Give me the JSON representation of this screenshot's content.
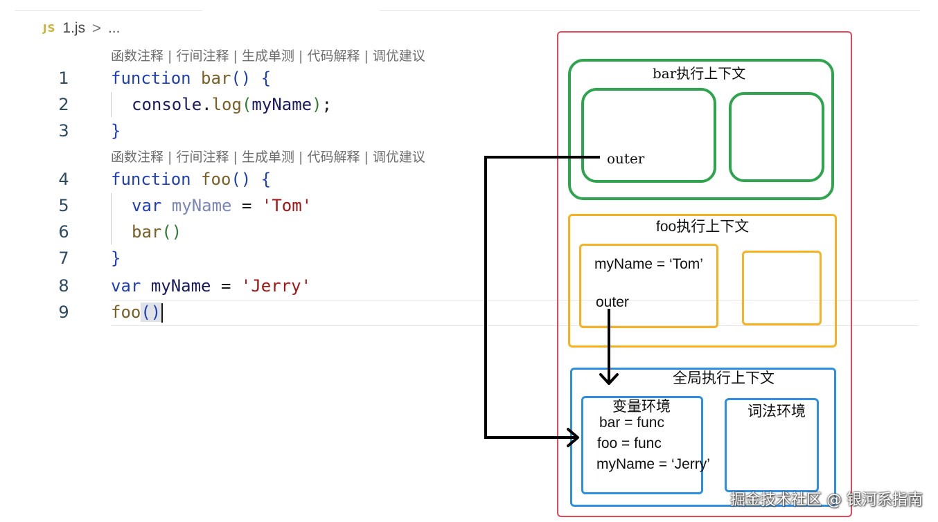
{
  "editor": {
    "language_badge": "JS",
    "file_name": "1.js",
    "breadcrumb_separator": ">",
    "breadcrumb_more": "...",
    "code_lens_1": "函数注释 | 行间注释 | 生成单测 | 代码解释 | 调优建议",
    "code_lens_2": "函数注释 | 行间注释 | 生成单测 | 代码解释 | 调优建议",
    "line_numbers": [
      "1",
      "2",
      "3",
      "4",
      "5",
      "6",
      "7",
      "8",
      "9"
    ],
    "tokens": {
      "function": "function",
      "bar": "bar",
      "foo": "foo",
      "parens": "()",
      "brace_open": "{",
      "brace_close": "}",
      "console": "console",
      "dot": ".",
      "log": "log",
      "paren_open": "(",
      "paren_close": ")",
      "myName": "myName",
      "semicolon": ";",
      "var": "var",
      "equals": "=",
      "tom": "'Tom'",
      "jerry": "'Jerry'"
    }
  },
  "diagram": {
    "bar_context_title": "bar执行上下文",
    "bar_outer": "outer",
    "foo_context_title": "foo执行上下文",
    "foo_myname": "myName = ‘Tom’",
    "foo_outer": "outer",
    "global_context_title": "全局执行上下文",
    "variable_env_title": "变量环境",
    "var_bar": "bar = func",
    "var_foo": "foo = func",
    "var_myname": "myName = ‘Jerry’",
    "lexical_env_title": "词法环境"
  },
  "colors": {
    "outer_frame": "#e5475a",
    "bar_context": "#2ea44f",
    "foo_context": "#f5b323",
    "global_context": "#2e8fe0",
    "keyword": "#1f3fb8",
    "function_name": "#795e26",
    "string": "#a31515"
  },
  "watermark": "掘金技术社区 @ 银河系指南"
}
